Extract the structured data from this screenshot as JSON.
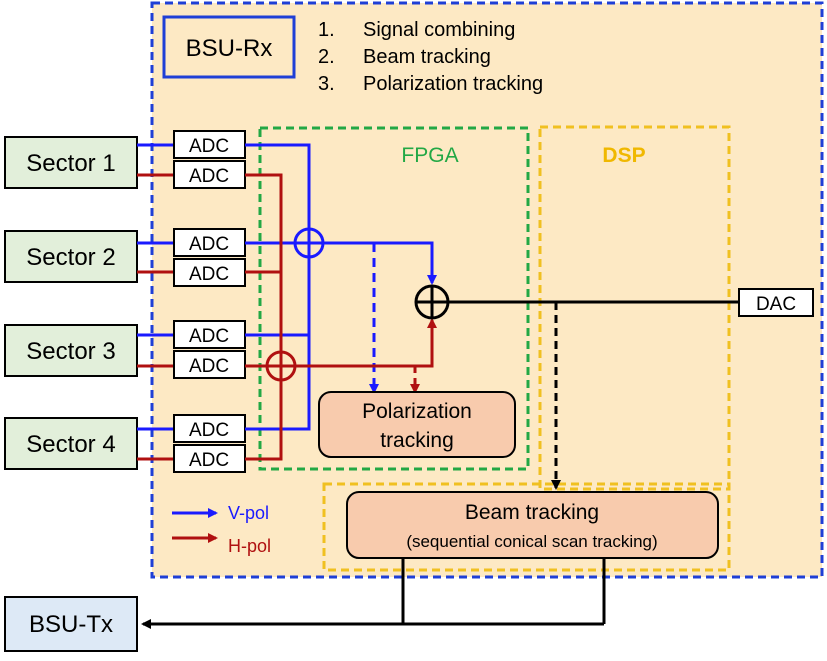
{
  "rx_label": "BSU-Rx",
  "functions": [
    {
      "num": "1.",
      "text": "Signal combining"
    },
    {
      "num": "2.",
      "text": "Beam tracking"
    },
    {
      "num": "3.",
      "text": "Polarization tracking"
    }
  ],
  "sectors": [
    "Sector 1",
    "Sector 2",
    "Sector 3",
    "Sector 4"
  ],
  "adc_label": "ADC",
  "fpga_label": "FPGA",
  "dsp_label": "DSP",
  "dac_label": "DAC",
  "polarization_box": {
    "line1": "Polarization",
    "line2": "tracking"
  },
  "beam_box": {
    "line1": "Beam tracking",
    "line2": "(sequential conical scan tracking)"
  },
  "legend": {
    "vpol": "V-pol",
    "hpol": "H-pol"
  },
  "tx_label": "BSU-Tx",
  "colors": {
    "vpol": "#1a1aff",
    "hpol": "#b01010",
    "rx_background": "#fde9c4",
    "rx_border": "#1f3fd6",
    "fpga_border": "#22a845",
    "fpga_text": "#22a845",
    "dsp_border": "#f0c020",
    "dsp_text": "#f0b800",
    "sector_fill": "#e2efda",
    "tx_fill": "#dde9f6",
    "tracking_fill": "#f8cbad"
  }
}
